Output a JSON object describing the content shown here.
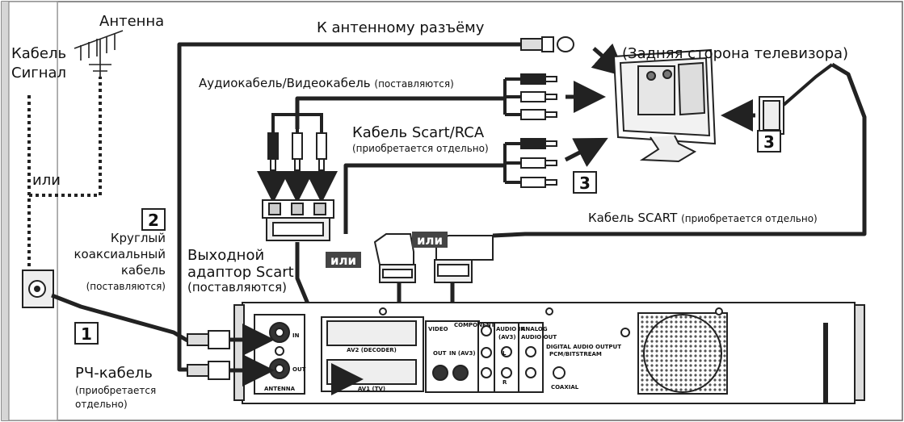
{
  "labels": {
    "antenna": "Антенна",
    "cable_signal_1": "Кабель",
    "cable_signal_2": "Сигнал",
    "or_left": "или",
    "to_antenna_jack": "К антенному разъёму",
    "tv_rear": "(Задняя сторона телевизора)",
    "av_cable": "Аудиокабель/Видеокабель",
    "av_cable_note": "(поставляются)",
    "scart_rca": "Кабель Scart/RCA",
    "scart_rca_note": "(приобретается отдельно)",
    "scart_cable": "Кабель SCART",
    "scart_cable_note": "(приобретается отдельно)",
    "round_coax_1": "Круглый",
    "round_coax_2": "коаксиальный",
    "round_coax_3": "кабель",
    "round_coax_note": "(поставляются)",
    "output_adapter_1": "Выходной",
    "output_adapter_2": "адаптор Scart",
    "output_adapter_note": "(поставляются)",
    "or_mid": "или",
    "or_low": "или",
    "rf_cable": "РЧ-кабель",
    "rf_note_1": "(приобретается",
    "rf_note_2": "отдельно)"
  },
  "steps": {
    "s1": "1",
    "s2": "2",
    "s3_right": "3",
    "s3_mid": "3"
  },
  "panel": {
    "in": "IN",
    "out": "OUT",
    "antenna": "ANTENNA",
    "av2": "AV2 (DECODER)",
    "av1": "AV1 (TV)",
    "video": "VIDEO",
    "component": "COMPONENT",
    "audio_in": "AUDIO IN",
    "av3": "(AV3)",
    "analog": "ANALOG",
    "audio_out": "AUDIO OUT",
    "digital_audio_output": "DIGITAL AUDIO OUTPUT",
    "pcm_bitstream": "PCM/BITSTREAM",
    "coaxial": "COAXIAL",
    "out2": "OUT",
    "in_av3": "IN (AV3)",
    "l": "L",
    "r": "R"
  }
}
